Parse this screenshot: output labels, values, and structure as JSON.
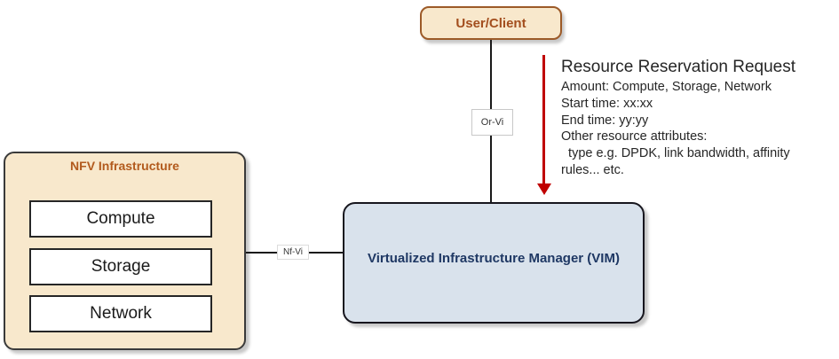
{
  "user_client": {
    "label": "User/Client"
  },
  "nfv_infrastructure": {
    "title": "NFV Infrastructure",
    "components": [
      {
        "label": "Compute"
      },
      {
        "label": "Storage"
      },
      {
        "label": "Network"
      }
    ]
  },
  "vim": {
    "label": "Virtualized Infrastructure Manager (VIM)"
  },
  "connectors": {
    "or_vi": {
      "label": "Or-Vi"
    },
    "nf_vi": {
      "label": "Nf-Vi"
    }
  },
  "annotation": {
    "title": "Resource Reservation Request",
    "lines": [
      "Amount: Compute, Storage, Network",
      "Start time: xx:xx",
      "End time: yy:yy",
      "Other resource attributes:",
      "  type e.g. DPDK, link bandwidth, affinity",
      "rules... etc."
    ]
  },
  "colors": {
    "cream_fill": "#F8E8CC",
    "cream_border_brown": "#9C5A28",
    "brown_text": "#A34E1E",
    "nfv_title_text": "#B25A1D",
    "dark_border": "#3A3A3A",
    "vim_fill": "#D9E2EC",
    "vim_text": "#1F3864",
    "arrow_red": "#C00000",
    "connector_black": "#1A1A1A",
    "annotation_text": "#262626"
  }
}
